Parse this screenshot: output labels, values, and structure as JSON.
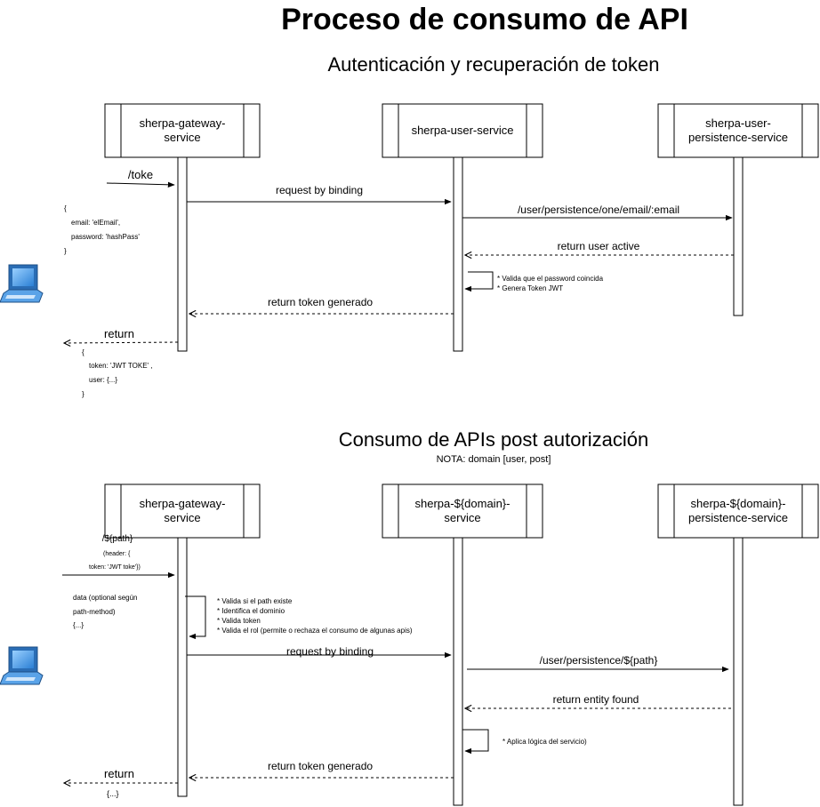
{
  "title": "Proceso de consumo de API",
  "section1": {
    "heading": "Autenticación y recuperación de token",
    "actors": [
      [
        "sherpa-gateway-",
        "service"
      ],
      [
        "sherpa-user-service"
      ],
      [
        "sherpa-user-",
        "persistence-service"
      ]
    ],
    "messages": {
      "toke": "/toke",
      "body_lines": [
        "{",
        "email: 'elEmail',",
        "password: 'hashPass'",
        "}"
      ],
      "request_binding": "request by binding",
      "persistence_path": "/user/persistence/one/email/:email",
      "return_user_active": "return user active",
      "self_notes": [
        "* Valida que el password coincida",
        "* Genera Token JWT"
      ],
      "return_token": "return token generado",
      "return": "return",
      "response_lines": [
        "{",
        "token: 'JWT TOKE' ,",
        "user: {...}",
        "}"
      ]
    }
  },
  "section2": {
    "heading": "Consumo de APIs post autorización",
    "note": "NOTA: domain [user, post]",
    "actors": [
      [
        "sherpa-gateway-",
        "service"
      ],
      [
        "sherpa-${domain}-",
        "service"
      ],
      [
        "sherpa-${domain}-",
        "persistence-service"
      ]
    ],
    "messages": {
      "path": "/${path}",
      "header_lines": [
        "(header: {",
        "token: 'JWT toke'})"
      ],
      "data_lines": [
        "data (optional según",
        "path-method)",
        "{...}"
      ],
      "gateway_notes": [
        "* Valida si el path existe",
        "* Identifica el dominio",
        "* Valida token",
        "* Valida el rol (permite o rechaza el consumo de algunas apis)"
      ],
      "request_binding": "request by binding",
      "persistence_path": "/user/persistence/${path}",
      "return_entity": "return entity found",
      "service_note": "* Aplica lógica del servicio)",
      "return_token": "return token generado",
      "return": "return",
      "response_body": "{...}"
    }
  },
  "icons": [
    "laptop-icon",
    "laptop-icon"
  ]
}
